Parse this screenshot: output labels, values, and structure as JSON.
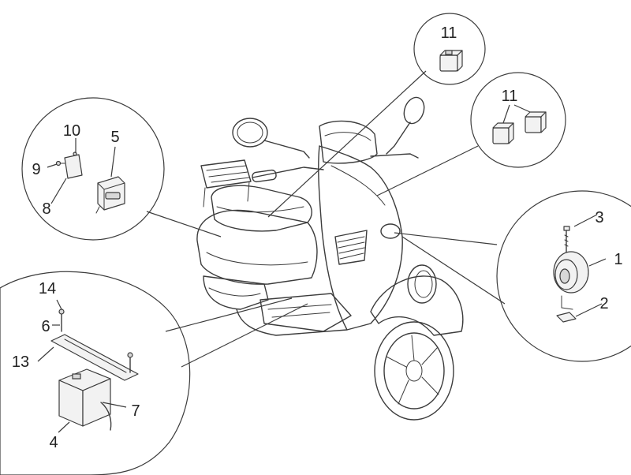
{
  "labels": {
    "n1": "1",
    "n2": "2",
    "n3": "3",
    "n4": "4",
    "n5": "5",
    "n6": "6",
    "n7": "7",
    "n8": "8",
    "n9": "9",
    "n10": "10",
    "n11a": "11",
    "n11b": "11",
    "n13": "13",
    "n14": "14"
  }
}
